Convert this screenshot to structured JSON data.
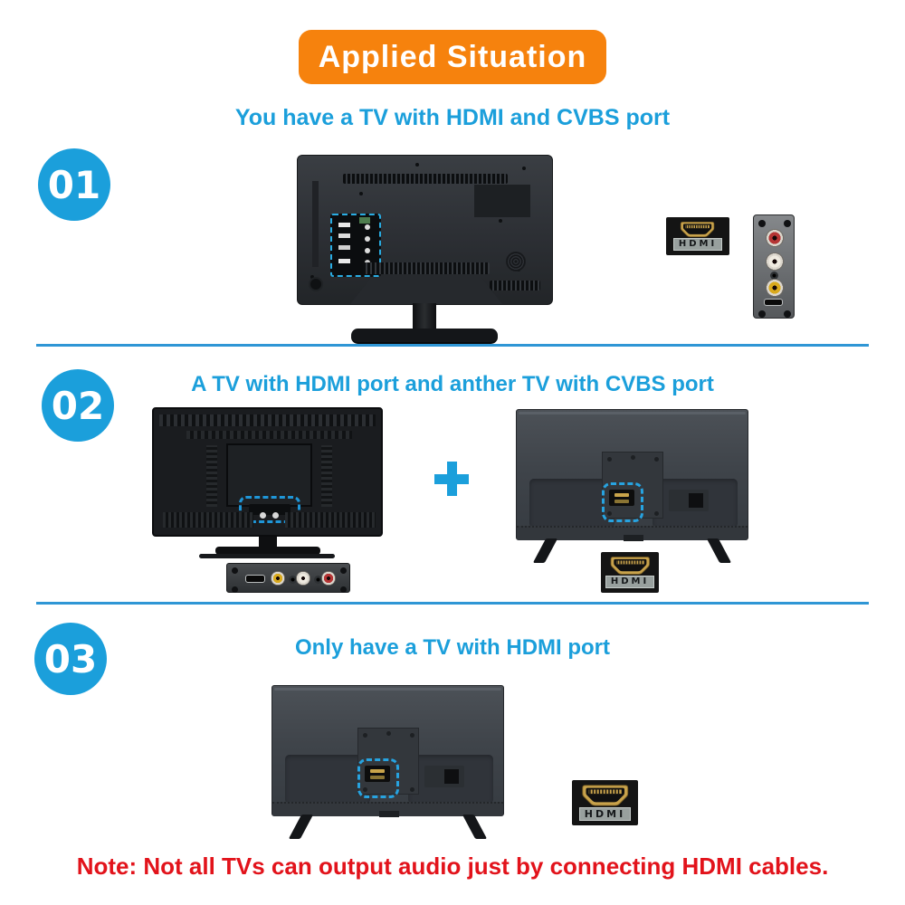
{
  "header": {
    "badge_label": "Applied Situation",
    "badge_color": "#F6820D"
  },
  "sections": [
    {
      "number": "01",
      "heading": "You have a TV with HDMI and CVBS port"
    },
    {
      "number": "02",
      "heading": "A TV with HDMI port and anther TV with CVBS port"
    },
    {
      "number": "03",
      "heading": "Only have a TV with HDMI port"
    }
  ],
  "labels": {
    "hdmi": "HDMI"
  },
  "icons": {
    "plus": "plus-icon",
    "hdmi_connector": "hdmi-connector-icon",
    "rca_jacks": [
      "red",
      "white",
      "yellow"
    ]
  },
  "note": {
    "text": "Note: Not all TVs can output audio just by connecting HDMI cables.",
    "color": "#E2131B"
  },
  "colors": {
    "accent_blue": "#1B9FDB",
    "divider_blue": "#2F96D5",
    "badge_orange": "#F6820D",
    "note_red": "#E2131B",
    "highlight_dashed_blue": "#29ACE2"
  }
}
